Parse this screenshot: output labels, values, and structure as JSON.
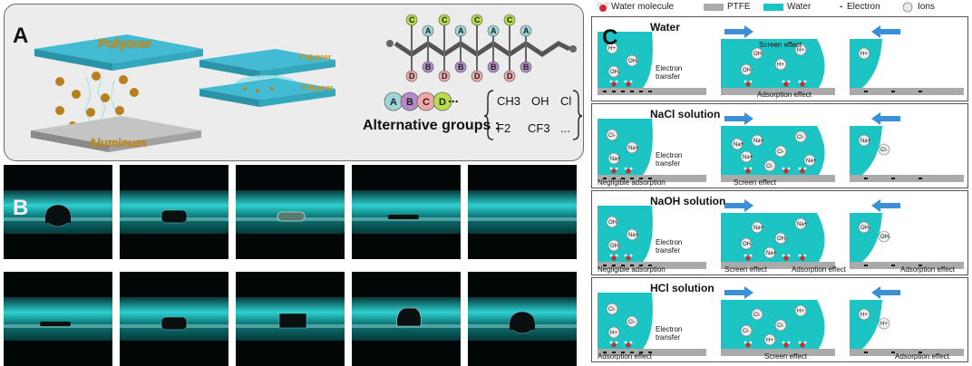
{
  "panel_a": {
    "letter": "A",
    "polymer_label": "Polymer",
    "aluminum_label": "Aluminum",
    "polymer_top_small": "Polymer",
    "polymer_bottom_small": "Polymer",
    "chain_groups": [
      "C",
      "D",
      "A",
      "B",
      "C",
      "D",
      "A",
      "B",
      "C",
      "D",
      "A",
      "B",
      "C",
      "D",
      "A",
      "B"
    ],
    "legend_circles": [
      "A",
      "B",
      "C",
      "D"
    ],
    "legend_dots": "...",
    "alternative_groups_label": "Alternative groups :",
    "groups_row1": [
      "CH3",
      "OH",
      "Cl"
    ],
    "groups_row2": [
      "F2",
      "CF3",
      "..."
    ],
    "colors": {
      "polymer": "#3fb8cf",
      "aluminum": "#b7b7b7",
      "gold": "#c8901c",
      "A": "#9fd6d8",
      "B": "#b58ac9",
      "C": "#b8dc4a",
      "D": "#f2a8a8"
    }
  },
  "panel_b": {
    "letter": "B",
    "frames_top": [
      {
        "drop": "sphere"
      },
      {
        "drop": "flat"
      },
      {
        "drop": "lens"
      },
      {
        "drop": "thin"
      },
      {
        "drop": "none"
      }
    ],
    "frames_bottom": [
      {
        "drop": "thin"
      },
      {
        "drop": "flat"
      },
      {
        "drop": "box"
      },
      {
        "drop": "tall"
      },
      {
        "drop": "sphere"
      }
    ],
    "colors": {
      "water_band": "#2fcfcf",
      "background": "#020606"
    }
  },
  "panel_c": {
    "letter": "C",
    "legend": {
      "water_molecule": "Water molecule",
      "ptfe": "PTFE",
      "water": "Water",
      "electron_symbol": "-",
      "electron": "Electron",
      "ions": "Ions"
    },
    "panels": [
      {
        "title": "Water",
        "annotations": [
          "Electron transfer",
          "Screen effect",
          "Adsorption effect"
        ]
      },
      {
        "title": "NaCl solution",
        "annotations": [
          "Electron transfer",
          "Negligible adsorption",
          "Screen effect"
        ]
      },
      {
        "title": "NaOH solution",
        "annotations": [
          "Electron transfer",
          "Negligible adsorption",
          "Screen effect",
          "Adsorption effect",
          "Adsorption effect"
        ]
      },
      {
        "title": "HCl solution",
        "annotations": [
          "Electron transfer",
          "Adsorption effect",
          "Screen effect",
          "Adsorption effect"
        ]
      }
    ],
    "ions": {
      "water": [
        "H+",
        "OH-",
        "OH-",
        "OH-",
        "H+",
        "H+",
        "OH-",
        "H+"
      ],
      "nacl": [
        "Cl-",
        "Na+",
        "Na+",
        "Na+",
        "Cl-",
        "Cl-",
        "Na+",
        "Na+",
        "Cl-",
        "Cl-",
        "Na+",
        "Na+"
      ],
      "naoh": [
        "OH-",
        "Na+",
        "OH-",
        "Na+",
        "OH-",
        "Na+",
        "OH-",
        "OH-",
        "Na+",
        "OH-"
      ],
      "hcl": [
        "Cl-",
        "Cl-",
        "H+",
        "Cl-",
        "Cl-",
        "H+",
        "Cl-",
        "H+",
        "H+",
        "H+"
      ]
    },
    "colors": {
      "water": "#1dc4c4",
      "ptfe": "#aaaaaa",
      "arrow": "#3b8fd6",
      "molecule": "#d12a2a"
    }
  }
}
